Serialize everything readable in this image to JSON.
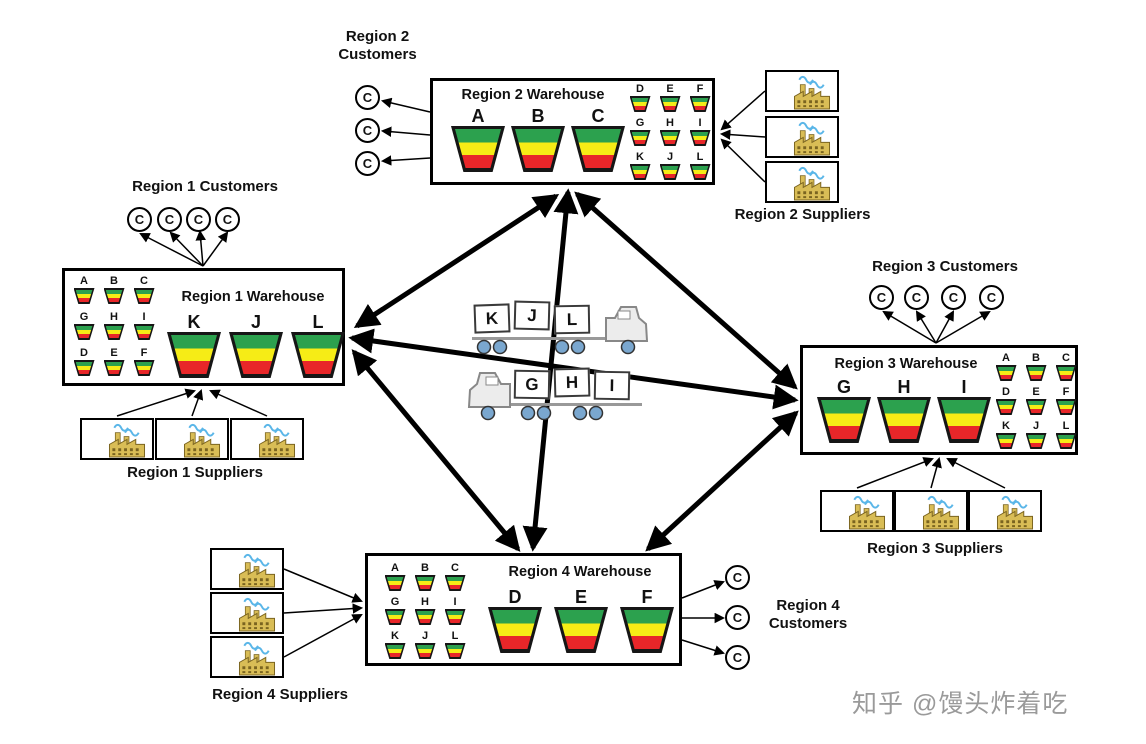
{
  "watermark": "知乎 @馒头炸着吃",
  "customer_letter": "C",
  "colors": {
    "bin_green": "#2ca14e",
    "bin_yellow": "#f6ec16",
    "bin_red": "#e82629",
    "line_black": "#000000",
    "wheel_blue": "#7aa7cf",
    "factory_yellow": "#d9bd56",
    "smoke_blue": "#5ab6e8"
  },
  "regions": {
    "r1": {
      "warehouse_title": "Region 1 Warehouse",
      "customers_label": "Region 1 Customers",
      "suppliers_label": "Region 1 Suppliers",
      "large_bins": [
        "K",
        "J",
        "L"
      ],
      "small_bins": [
        "A",
        "B",
        "C",
        "G",
        "H",
        "I",
        "D",
        "E",
        "F"
      ]
    },
    "r2": {
      "warehouse_title": "Region 2 Warehouse",
      "customers_label_line1": "Region 2",
      "customers_label_line2": "Customers",
      "suppliers_label": "Region 2 Suppliers",
      "large_bins": [
        "A",
        "B",
        "C"
      ],
      "small_bins": [
        "D",
        "E",
        "F",
        "G",
        "H",
        "I",
        "K",
        "J",
        "L"
      ]
    },
    "r3": {
      "warehouse_title": "Region 3 Warehouse",
      "customers_label": "Region 3 Customers",
      "suppliers_label": "Region 3 Suppliers",
      "large_bins": [
        "G",
        "H",
        "I"
      ],
      "small_bins": [
        "A",
        "B",
        "C",
        "D",
        "E",
        "F",
        "K",
        "J",
        "L"
      ]
    },
    "r4": {
      "warehouse_title": "Region 4 Warehouse",
      "customers_label_line1": "Region 4",
      "customers_label_line2": "Customers",
      "suppliers_label": "Region 4 Suppliers",
      "large_bins": [
        "D",
        "E",
        "F"
      ],
      "small_bins": [
        "A",
        "B",
        "C",
        "G",
        "H",
        "I",
        "K",
        "J",
        "L"
      ]
    }
  },
  "trucks": {
    "top": {
      "cargo": [
        "K",
        "J",
        "L"
      ]
    },
    "bottom": {
      "cargo": [
        "G",
        "H",
        "I"
      ]
    }
  }
}
